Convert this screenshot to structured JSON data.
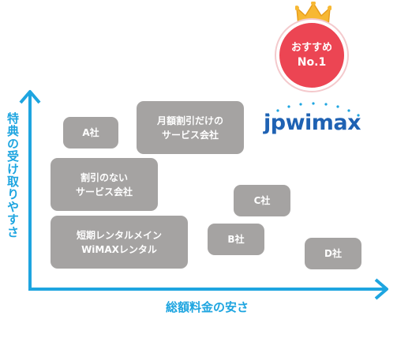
{
  "badge": {
    "line1": "おすすめ",
    "line2": "No.1"
  },
  "logo": {
    "text": "jpwimax"
  },
  "axes": {
    "y_label": "特典の受け取りやすさ",
    "x_label": "総額料金の安さ"
  },
  "boxes": [
    {
      "label": "A社"
    },
    {
      "label": "月額割引だけの\nサービス会社"
    },
    {
      "label": "割引のない\nサービス会社"
    },
    {
      "label": "C社"
    },
    {
      "label": "短期レンタルメイン\nWiMAXレンタル"
    },
    {
      "label": "B社"
    },
    {
      "label": "D社"
    }
  ],
  "colors": {
    "axis": "#1ea5e0",
    "box": "#a5a3a2",
    "badge": "#ec4553",
    "crown": "#f7b833",
    "logo": "#1f62b3"
  }
}
